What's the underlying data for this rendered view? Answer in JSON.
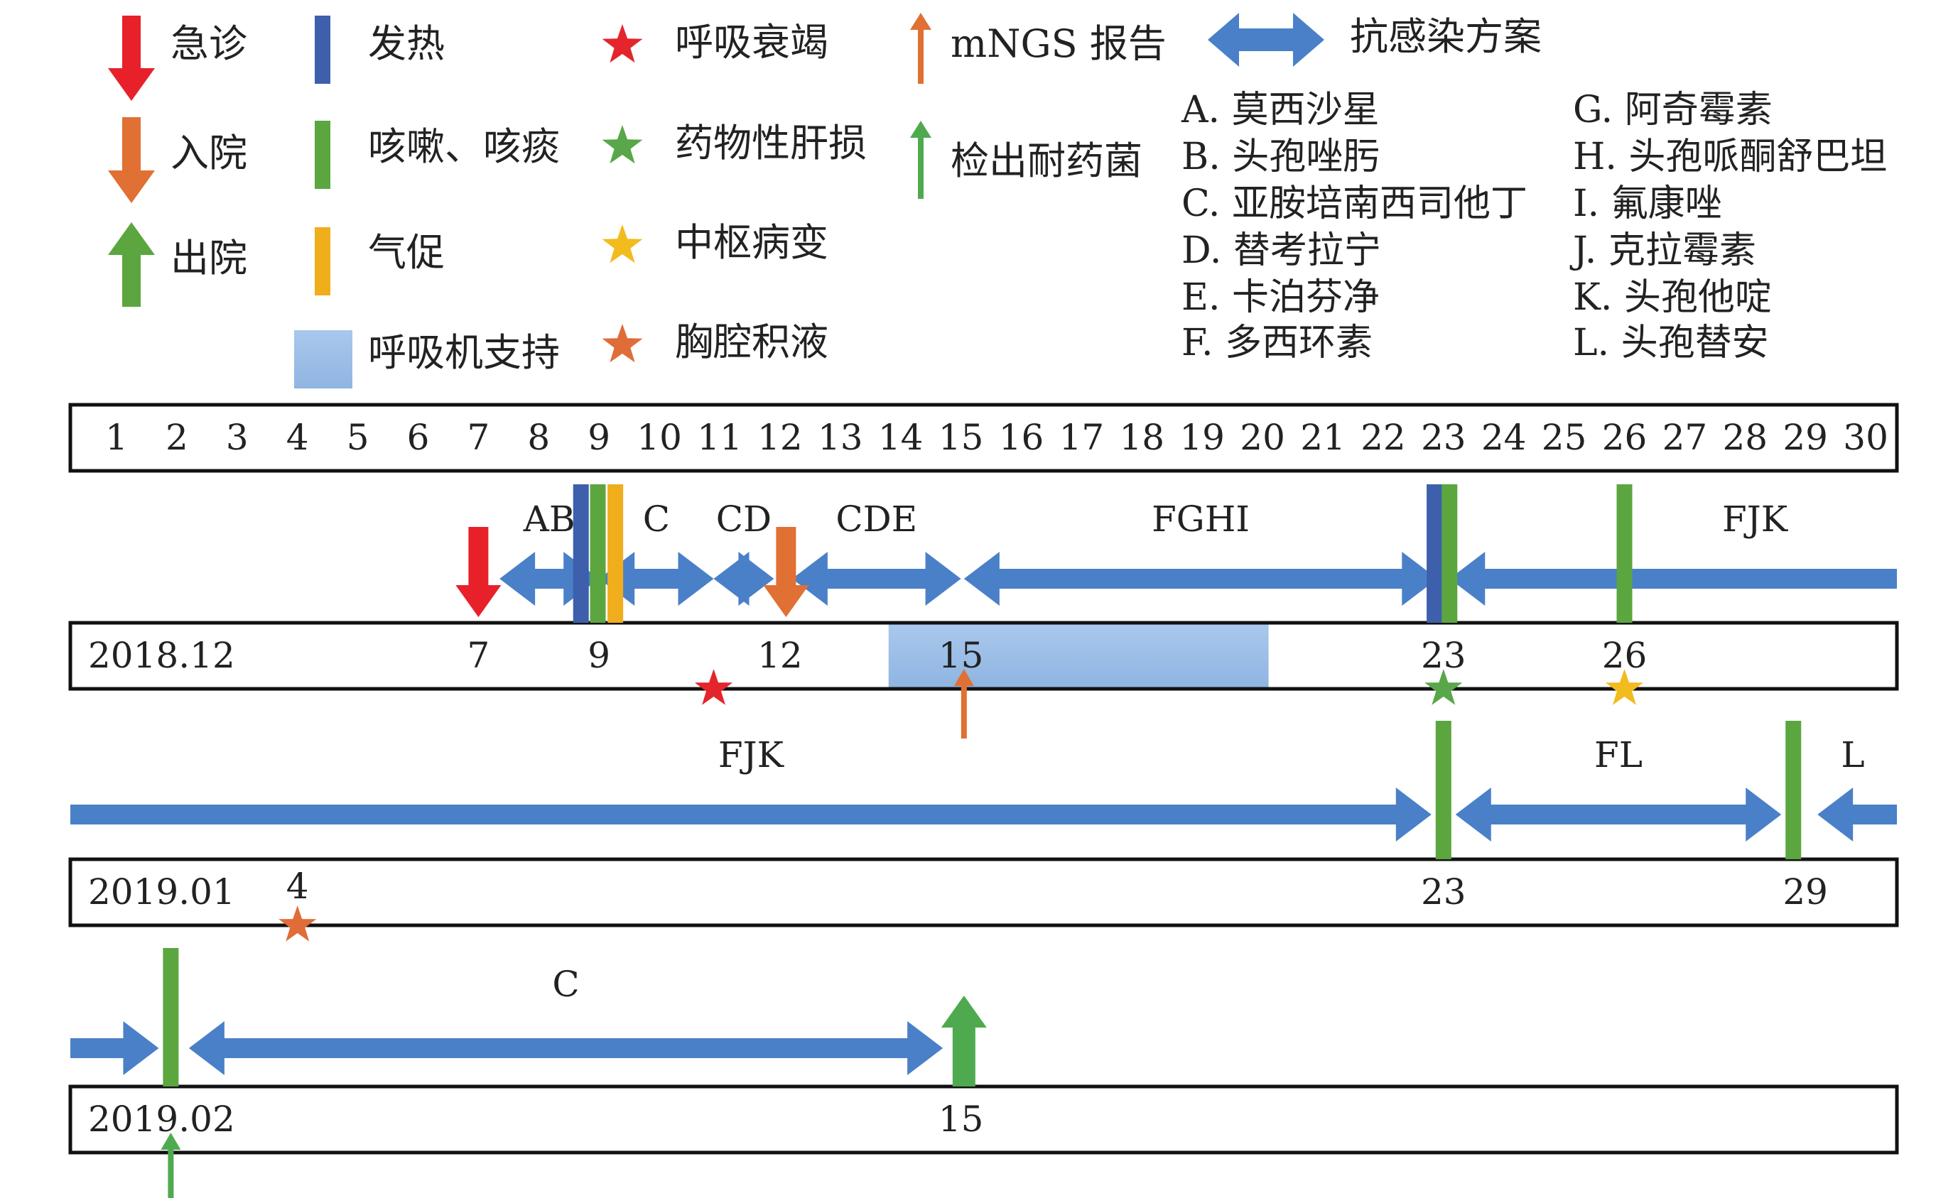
{
  "colors": {
    "red": "#e8202a",
    "orange": "#e07034",
    "green": "#5ba63f",
    "navy": "#3d5fac",
    "yellow": "#f0ad1c",
    "blue": "#4a80c8",
    "lightblue": "#9dc1e8",
    "arrowGreen": "#4faa4f",
    "starGold": "#f2bb1e",
    "starGreen": "#5aa64a",
    "starOrange": "#e06c38",
    "starRed": "#e4252c",
    "ink": "#222222"
  },
  "legend": {
    "emergency": "急诊",
    "admission": "入院",
    "discharge": "出院",
    "fever": "发热",
    "cough": "咳嗽、咳痰",
    "dyspnea": "气促",
    "ventilator": "呼吸机支持",
    "resp_failure": "呼吸衰竭",
    "liver": "药物性肝损",
    "cns": "中枢病变",
    "effusion": "胸腔积液",
    "mngs": "mNGS 报告",
    "resistant": "检出耐药菌",
    "regimen": "抗感染方案"
  },
  "drugs": [
    "A. 莫西沙星",
    "B. 头孢唑肟",
    "C. 亚胺培南西司他丁",
    "D. 替考拉宁",
    "E. 卡泊芬净",
    "F. 多西环素",
    "G. 阿奇霉素",
    "H. 头孢哌酮舒巴坦",
    "I. 氟康唑",
    "J. 克拉霉素",
    "K. 头孢他啶",
    "L. 头孢替安"
  ],
  "day_ruler": [
    "1",
    "2",
    "3",
    "4",
    "5",
    "6",
    "7",
    "8",
    "9",
    "10",
    "11",
    "12",
    "13",
    "14",
    "15",
    "16",
    "17",
    "18",
    "19",
    "20",
    "21",
    "22",
    "23",
    "24",
    "25",
    "26",
    "27",
    "28",
    "29",
    "30"
  ],
  "timeline": [
    {
      "period": "2018.12",
      "date_labels": [
        {
          "day": 7,
          "text": "7"
        },
        {
          "day": 9,
          "text": "9"
        },
        {
          "day": 12,
          "text": "12"
        },
        {
          "day": 15,
          "text": "15"
        },
        {
          "day": 23,
          "text": "23"
        },
        {
          "day": 26,
          "text": "26"
        }
      ],
      "regimens": [
        {
          "label": "AB",
          "start": 7.35,
          "end": 9.0,
          "head_left": true,
          "head_right": true
        },
        {
          "label": "C",
          "start": 9.0,
          "end": 10.9,
          "head_left": true,
          "head_right": true
        },
        {
          "label": "CD",
          "start": 10.9,
          "end": 11.9,
          "head_left": true,
          "head_right": true
        },
        {
          "label": "CDE",
          "start": 12.2,
          "end": 15.0,
          "head_left": true,
          "head_right": true
        },
        {
          "label": "FGHI",
          "start": 15.05,
          "end": 22.9,
          "head_left": true,
          "head_right": true
        },
        {
          "label": "FJK",
          "start": 23.1,
          "end": 31.7,
          "head_left": true,
          "head_right": false
        }
      ],
      "markers": [
        {
          "type": "emergency",
          "day": 7
        },
        {
          "type": "admission",
          "day": 12.1
        },
        {
          "type": "fever",
          "day": 8.7
        },
        {
          "type": "cough",
          "day": 8.98
        },
        {
          "type": "dyspnea",
          "day": 9.27
        },
        {
          "type": "fever",
          "day": 22.85
        },
        {
          "type": "cough",
          "day": 23.1
        },
        {
          "type": "cough",
          "day": 26
        }
      ],
      "ventilator": {
        "start": 13.8,
        "end": 20.1
      },
      "below": [
        {
          "type": "star",
          "kind": "resp_failure",
          "day": 10.9
        },
        {
          "type": "arrow",
          "kind": "mngs",
          "day": 15.05
        },
        {
          "type": "star",
          "kind": "liver",
          "day": 23
        },
        {
          "type": "star",
          "kind": "cns",
          "day": 26
        }
      ]
    },
    {
      "period": "2019.01",
      "date_labels": [
        {
          "day": 23,
          "text": "23"
        },
        {
          "day": 29,
          "text": "29"
        }
      ],
      "regimens": [
        {
          "label": "FJK",
          "start": 0.0,
          "end": 22.8,
          "head_left": false,
          "head_right": true
        },
        {
          "label": "FL",
          "start": 23.2,
          "end": 28.6,
          "head_left": true,
          "head_right": true
        },
        {
          "label": "L",
          "start": 29.2,
          "end": 31.7,
          "head_left": true,
          "head_right": false
        }
      ],
      "markers": [
        {
          "type": "cough",
          "day": 23
        },
        {
          "type": "cough",
          "day": 28.8
        }
      ],
      "below": [
        {
          "type": "star",
          "kind": "effusion",
          "day": 4,
          "label": "4"
        }
      ]
    },
    {
      "period": "2019.02",
      "date_labels": [
        {
          "day": 15,
          "text": "15"
        }
      ],
      "regimens": [
        {
          "label": "",
          "start": 0.0,
          "end": 1.7,
          "head_left": false,
          "head_right": true
        },
        {
          "label": "C",
          "start": 2.2,
          "end": 14.7,
          "head_left": true,
          "head_right": true
        }
      ],
      "markers": [
        {
          "type": "cough",
          "day": 1.9
        },
        {
          "type": "discharge",
          "day": 15.05
        }
      ],
      "below": [
        {
          "type": "arrow",
          "kind": "resistant",
          "day": 1.9
        }
      ]
    }
  ]
}
